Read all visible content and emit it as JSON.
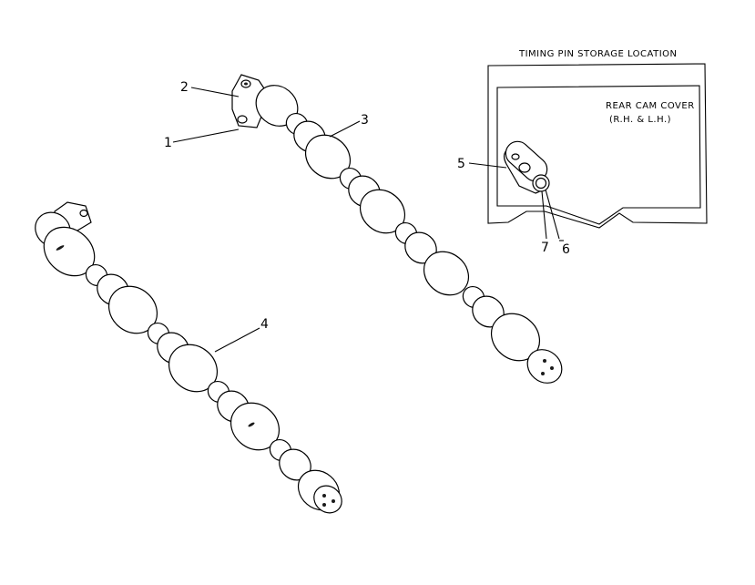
{
  "diagram": {
    "inset": {
      "title": "TIMING PIN STORAGE LOCATION",
      "label_line1": "REAR CAM COVER",
      "label_line2": "(R.H. & L.H.)"
    },
    "callouts": {
      "c1": "1",
      "c2": "2",
      "c3": "3",
      "c4": "4",
      "c5": "5",
      "c6": "6",
      "c7": "7"
    }
  }
}
